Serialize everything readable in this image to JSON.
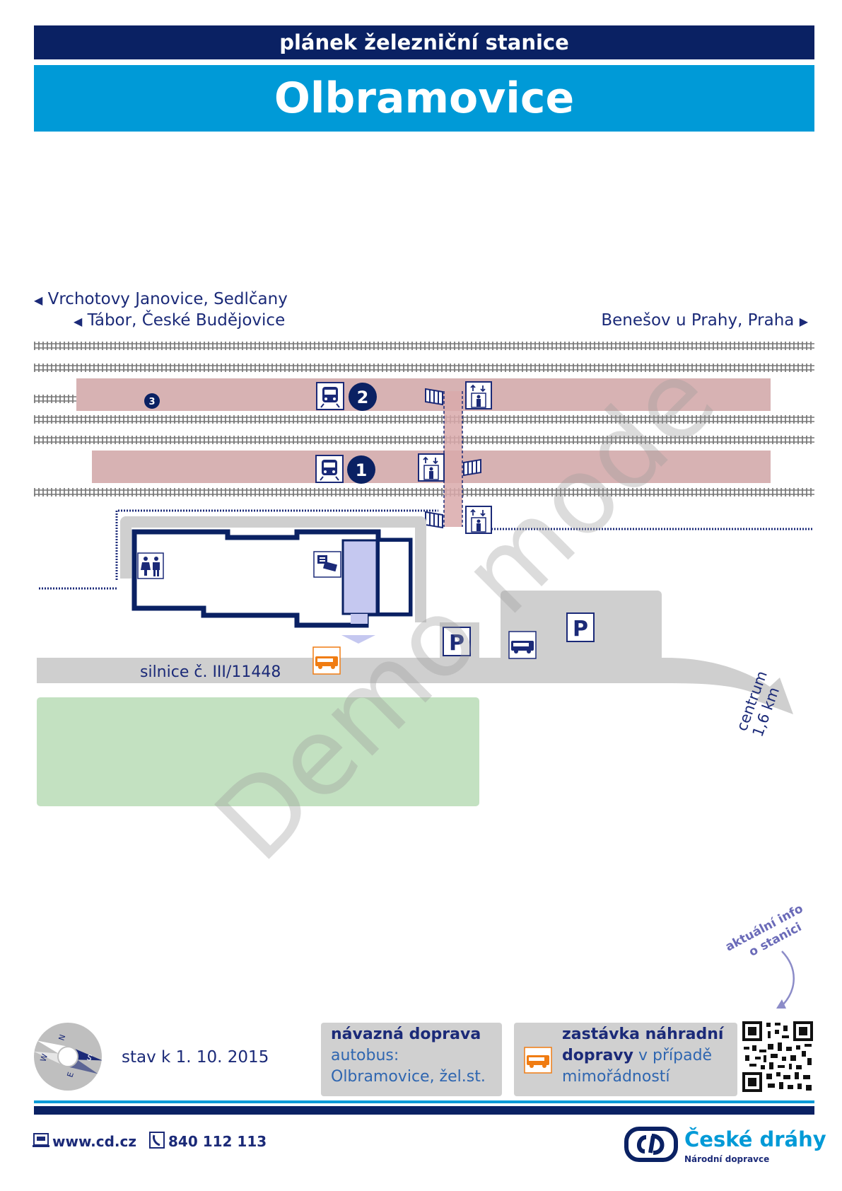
{
  "header": {
    "subtitle": "plánek železniční stanice",
    "title": "Olbramovice"
  },
  "directions": {
    "west_1": "Vrchotovy Janovice, Sedlčany",
    "west_2": "Tábor, České Budějovice",
    "east": "Benešov u Prahy, Praha"
  },
  "map": {
    "platform_2": "2",
    "platform_1": "1",
    "track_3": "3",
    "road_label": "silnice č. III/11448",
    "centre_line1": "centrum",
    "centre_line2": "1,6 km",
    "parking_label": "P",
    "watermark": "Demo mode"
  },
  "compass": {
    "n": "N",
    "s": "S",
    "e": "E",
    "w": "W"
  },
  "status": "stav k 1. 10. 2015",
  "connection_box": {
    "heading": "návazná doprava",
    "line1": "autobus:",
    "line2": "Olbramovice, žel.st."
  },
  "replacement_box": {
    "heading1": "zastávka náhradní",
    "heading2": "dopravy",
    "rest1": " v případě",
    "line3": "mimořádností"
  },
  "qr_label": {
    "line1": "aktuální info",
    "line2": "o stanici"
  },
  "footer": {
    "web": "www.cd.cz",
    "phone": "840 112 113",
    "brand": "České dráhy",
    "brand_sub": "Národní dopravce"
  },
  "colors": {
    "dark_blue": "#0a2163",
    "light_blue": "#009ad7",
    "platform": "#d7b2b3",
    "road": "#cfcfcf",
    "green": "#c3e1c1",
    "bus_orange": "#f07c12"
  }
}
